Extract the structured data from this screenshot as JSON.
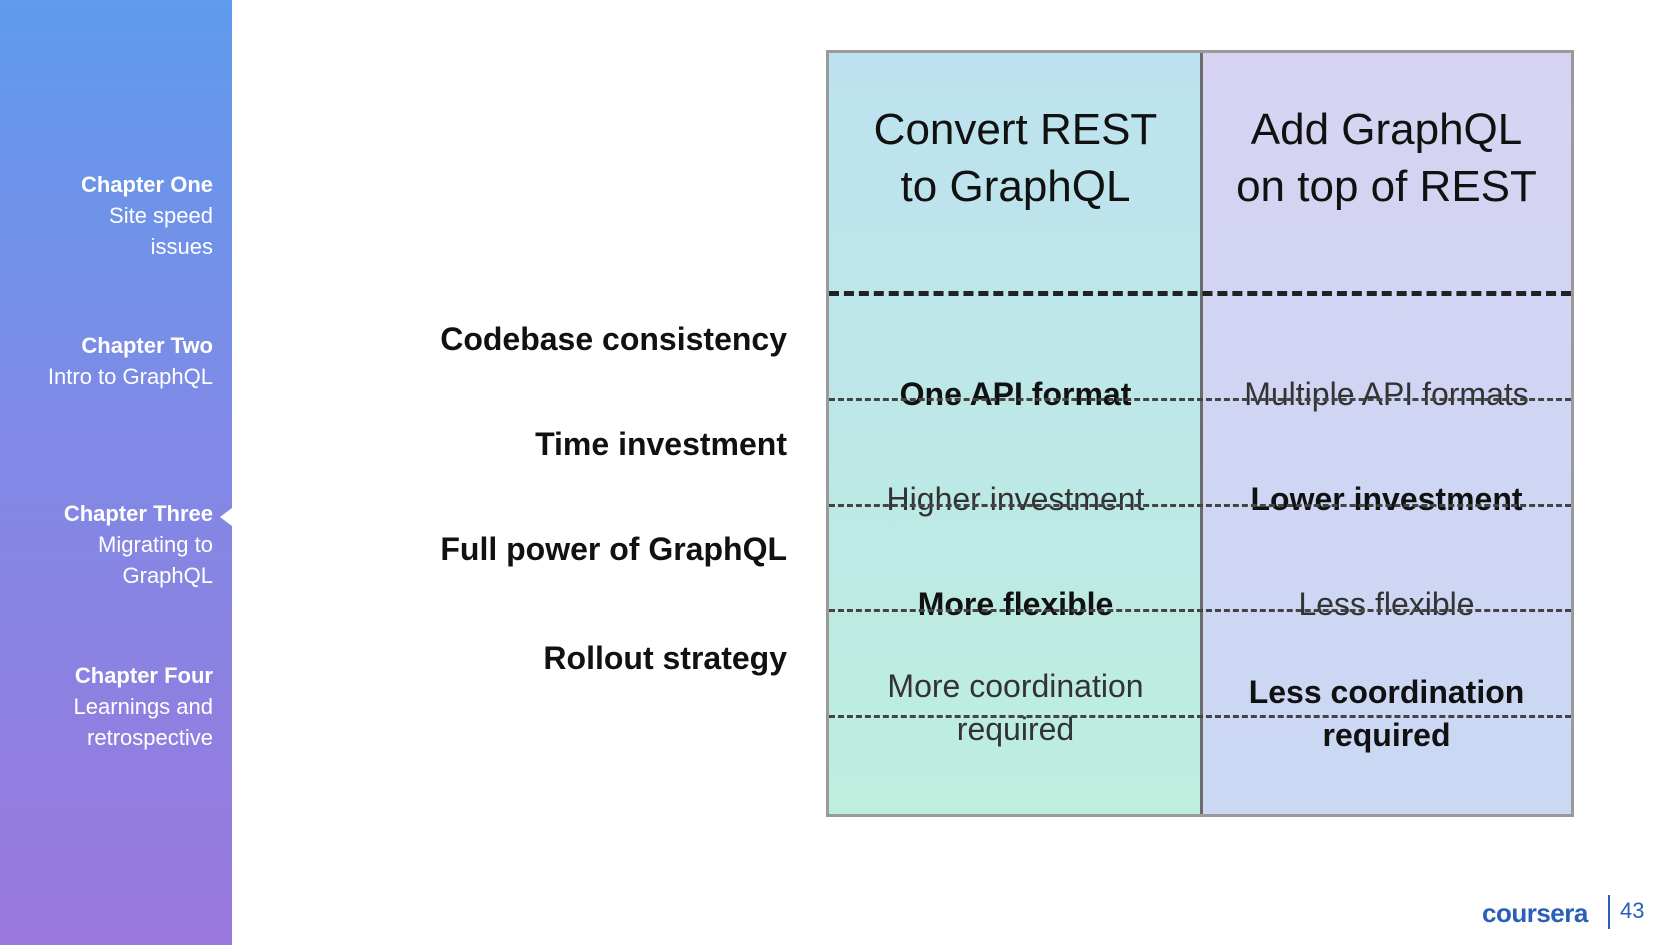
{
  "sidebar": {
    "chapters": [
      {
        "title": "Chapter One",
        "subtitle": "Site speed\nissues"
      },
      {
        "title": "Chapter Two",
        "subtitle": "Intro to GraphQL"
      },
      {
        "title": "Chapter Three",
        "subtitle": "Migrating to\nGraphQL"
      },
      {
        "title": "Chapter Four",
        "subtitle": "Learnings and\nretrospective"
      }
    ],
    "active_chapter": "Chapter Three"
  },
  "table": {
    "columns": [
      {
        "header": "Convert REST\nto GraphQL"
      },
      {
        "header": "Add GraphQL\non top of REST"
      }
    ],
    "rows": [
      {
        "label": "Codebase consistency",
        "a": "One API format",
        "a_bold": true,
        "b": "Multiple API formats",
        "b_bold": false
      },
      {
        "label": "Time investment",
        "a": "Higher investment",
        "a_bold": false,
        "b": "Lower investment",
        "b_bold": true
      },
      {
        "label": "Full power of GraphQL",
        "a": "More flexible",
        "a_bold": true,
        "b": "Less flexible",
        "b_bold": false
      },
      {
        "label": "Rollout strategy",
        "a": "More coordination\nrequired",
        "a_bold": false,
        "b": "Less coordination\nrequired",
        "b_bold": true
      }
    ]
  },
  "footer": {
    "logo": "coursera",
    "page_number": "43"
  },
  "colors": {
    "sidebar_top": "#5f9bec",
    "sidebar_bottom": "#9a78dd",
    "col_a": "#bde2ef",
    "col_b": "#d6d3f2",
    "brand": "#2a5fb8"
  }
}
